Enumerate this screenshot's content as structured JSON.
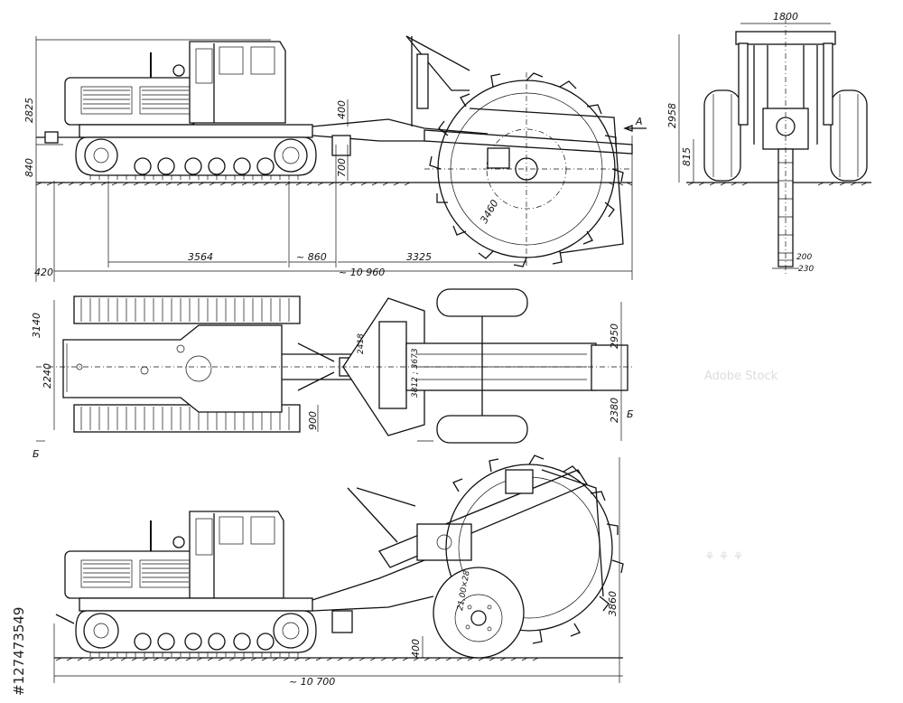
{
  "side_view_top": {
    "dims": {
      "height_total": "2825",
      "hitch_height": "840",
      "clearance_left": "420",
      "tracks_span": "3564",
      "gap": "~ 860",
      "rear_span": "3325",
      "overall_length": "~ 10 960",
      "frame_height": "400",
      "drive_height": "700",
      "wheel_dia": "3460",
      "view_marker_a": "A"
    }
  },
  "rear_view": {
    "dims": {
      "width_top": "1800",
      "height": "2958",
      "axle_height": "815",
      "trench_width": "200",
      "trench_width_2": "230"
    }
  },
  "plan_view": {
    "dims": {
      "track_width_outer": "3140",
      "track_gauge": "2240",
      "hitch_offset": "900",
      "wheel_track": "2950",
      "wheel_track_2": "2380",
      "link_dim_1": "2418",
      "link_dim_2": "3812 ; 3673",
      "section_b_left": "Б",
      "section_b_right": "Б"
    }
  },
  "transport_view": {
    "dims": {
      "tyre_size": "21,00×28",
      "height": "3860",
      "clearance": "400",
      "overall_length": "~ 10 700"
    }
  },
  "watermark": {
    "text": "Adobe Stock",
    "stock_id": "#127473549"
  }
}
